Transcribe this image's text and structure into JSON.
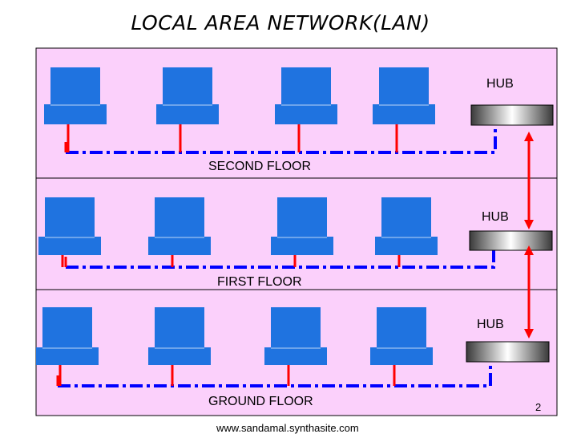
{
  "title": "LOCAL AREA NETWORK(LAN)",
  "floors": [
    {
      "label": "SECOND FLOOR",
      "hub_label": "HUB",
      "computers": 4
    },
    {
      "label": "FIRST FLOOR",
      "hub_label": "HUB",
      "computers": 4
    },
    {
      "label": "GROUND FLOOR",
      "hub_label": "HUB",
      "computers": 4
    }
  ],
  "footer": "www.sandamal.synthasite.com",
  "page_number": "2",
  "colors": {
    "panel_background": "#fbd0fb",
    "computer": "#1f73e0",
    "drop_cable": "#ff0000",
    "bus_cable": "#0000ff",
    "hub_link": "#ff0000"
  }
}
